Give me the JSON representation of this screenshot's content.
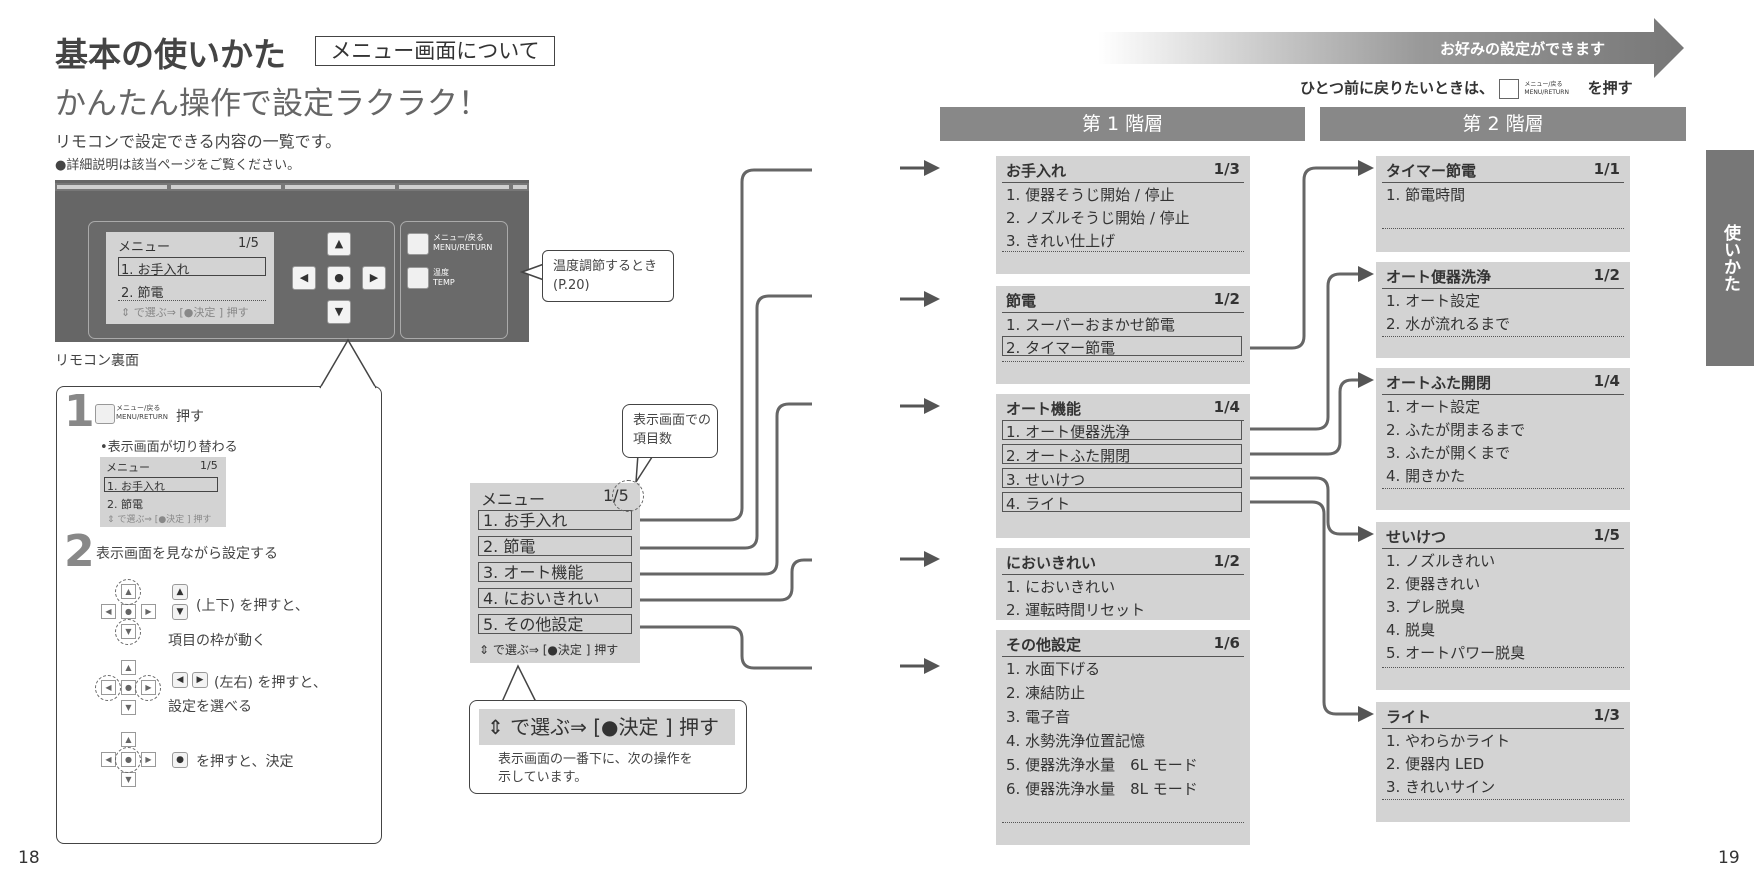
{
  "left_page": {
    "title": "基本の使いかた",
    "title_box": "メニュー画面について",
    "subtitle": "かんたん操作で設定ラクラク！",
    "lead": "リモコンで設定できる内容の一覧です。",
    "note": "●詳細説明は該当ページをご覧ください。",
    "remote": {
      "lcd_title": "メニュー",
      "lcd_count": "1/5",
      "lcd_item1": "1. お手入れ",
      "lcd_item2": "2. 節電",
      "lcd_hint": "⇕ で選ぶ⇒ [●決定 ] 押す",
      "menu_button_label": "メニュー/戻る\nMENU/RETURN",
      "temp_button_label": "温度\nTEMP",
      "callout": "温度調節するとき\n(P.20)",
      "caption": "リモコン裏面"
    },
    "steps": {
      "step1_num": "1",
      "step1_btn": "メニュー/戻る MENU/RETURN",
      "step1_text": "押す",
      "step1_sub": "•表示画面が切り替わる",
      "mini_title": "メニュー",
      "mini_count": "1/5",
      "mini_item1": "1. お手入れ",
      "mini_item2": "2. 節電",
      "mini_hint": "⇕ で選ぶ⇒ [●決定 ] 押す",
      "step2_num": "2",
      "step2_text": "表示画面を見ながら設定する",
      "updown_text1": "(上下) を押すと、",
      "updown_text2": "項目の枠が動く",
      "leftright_text1": "(左右) を押すと、",
      "leftright_text2": "設定を選べる",
      "enter_text": "を押すと、決定"
    },
    "menu": {
      "title": "メニュー",
      "count": "1/5",
      "items": [
        "1. お手入れ",
        "2. 節電",
        "3. オート機能",
        "4. においきれい",
        "5. その他設定"
      ],
      "hint": "⇕ で選ぶ⇒ [●決定 ] 押す"
    },
    "count_callout": "表示画面での\n項目数",
    "hint_box": {
      "head": "⇕ で選ぶ⇒ [●決定 ] 押す",
      "body": "表示画面の一番下に、次の操作を\n示しています。"
    },
    "page_number": "18"
  },
  "right_page": {
    "banner": "お好みの設定ができます",
    "back_note_pre": "ひとつ前に戻りたいときは、",
    "back_note_btn": "メニュー/戻る MENU/RETURN",
    "back_note_post": "を押す",
    "level1": "第 1 階層",
    "level2": "第 2 階層",
    "level1_boxes": [
      {
        "title": "お手入れ",
        "count": "1/3",
        "items": [
          "1. 便器そうじ開始 / 停止",
          "2. ノズルそうじ開始 / 停止",
          "3. きれい仕上げ"
        ]
      },
      {
        "title": "節電",
        "count": "1/2",
        "items": [
          "1. スーパーおまかせ節電",
          "2. タイマー節電"
        ]
      },
      {
        "title": "オート機能",
        "count": "1/4",
        "items": [
          "1. オート便器洗浄",
          "2. オートふた開閉",
          "3. せいけつ",
          "4. ライト"
        ]
      },
      {
        "title": "においきれい",
        "count": "1/2",
        "items": [
          "1. においきれい",
          "2. 運転時間リセット"
        ]
      },
      {
        "title": "その他設定",
        "count": "1/6",
        "items": [
          "1. 水面下げる",
          "2. 凍結防止",
          "3. 電子音",
          "4. 水勢洗浄位置記憶",
          "5. 便器洗浄水量　6L モード",
          "6. 便器洗浄水量　8L モード"
        ]
      }
    ],
    "level2_boxes": [
      {
        "title": "タイマー節電",
        "count": "1/1",
        "items": [
          "1. 節電時間"
        ]
      },
      {
        "title": "オート便器洗浄",
        "count": "1/2",
        "items": [
          "1. オート設定",
          "2. 水が流れるまで"
        ]
      },
      {
        "title": "オートふた開閉",
        "count": "1/4",
        "items": [
          "1. オート設定",
          "2. ふたが閉まるまで",
          "3. ふたが開くまで",
          "4. 開きかた"
        ]
      },
      {
        "title": "せいけつ",
        "count": "1/5",
        "items": [
          "1. ノズルきれい",
          "2. 便器きれい",
          "3. プレ脱臭",
          "4. 脱臭",
          "5. オートパワー脱臭"
        ]
      },
      {
        "title": "ライト",
        "count": "1/3",
        "items": [
          "1. やわらかライト",
          "2. 便器内 LED",
          "3. きれいサイン"
        ]
      }
    ],
    "side_tab": "使いかた",
    "page_number": "19"
  }
}
